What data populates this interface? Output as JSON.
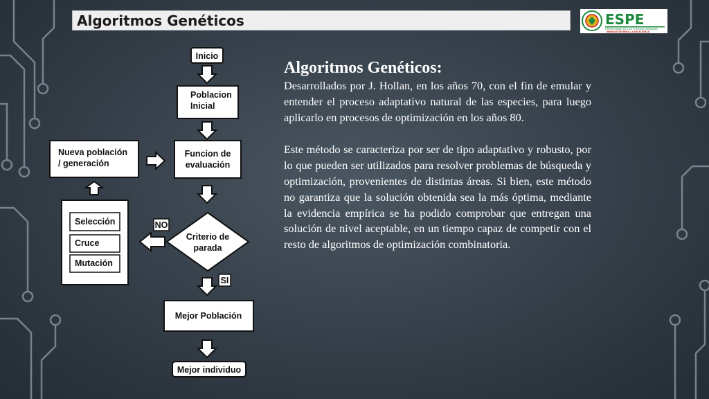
{
  "header": {
    "title": "Algoritmos Genéticos"
  },
  "logo": {
    "text": "ESPE",
    "subtitle": "UNIVERSIDAD DE LAS FUERZAS ARMADAS",
    "tagline": "INNOVACIÓN PARA LA EXCELENCIA",
    "colors": {
      "green": "#1e8a3e",
      "red": "#c8231f",
      "gold": "#e0b021"
    }
  },
  "diagram": {
    "nodes": {
      "start": "Inicio",
      "initial_population": [
        "Poblacion",
        "Inicial"
      ],
      "evaluation": [
        "Funcion de",
        "evaluación"
      ],
      "criteria": [
        "Criterio de",
        "parada"
      ],
      "best_population": "Mejor Población",
      "best_individual": "Mejor individuo",
      "new_population": [
        "Nueva población",
        "/ generación"
      ],
      "operators": [
        "Selección",
        "Cruce",
        "Mutación"
      ]
    },
    "tags": {
      "no": "NO",
      "yes": "SI"
    }
  },
  "content": {
    "heading": "Algoritmos Genéticos:",
    "paragraph1": "Desarrollados por J. Hollan, en los años 70, con el fin de emular y entender el proceso adaptativo natural de las especies, para luego aplicarlo en procesos de optimización en los años 80.",
    "paragraph2": "Este método se caracteriza por ser de tipo adaptativo y robusto, por lo que pueden ser utilizados para resolver problemas de búsqueda y optimización, provenientes de distintas áreas. Si bien, este método no garantiza que la solución obtenida sea la más óptima, mediante la evidencia empírica se ha podido comprobar que entregan una solución de nivel aceptable, en un tiempo capaz de competir con el resto de algoritmos de optimización combinatoria."
  }
}
